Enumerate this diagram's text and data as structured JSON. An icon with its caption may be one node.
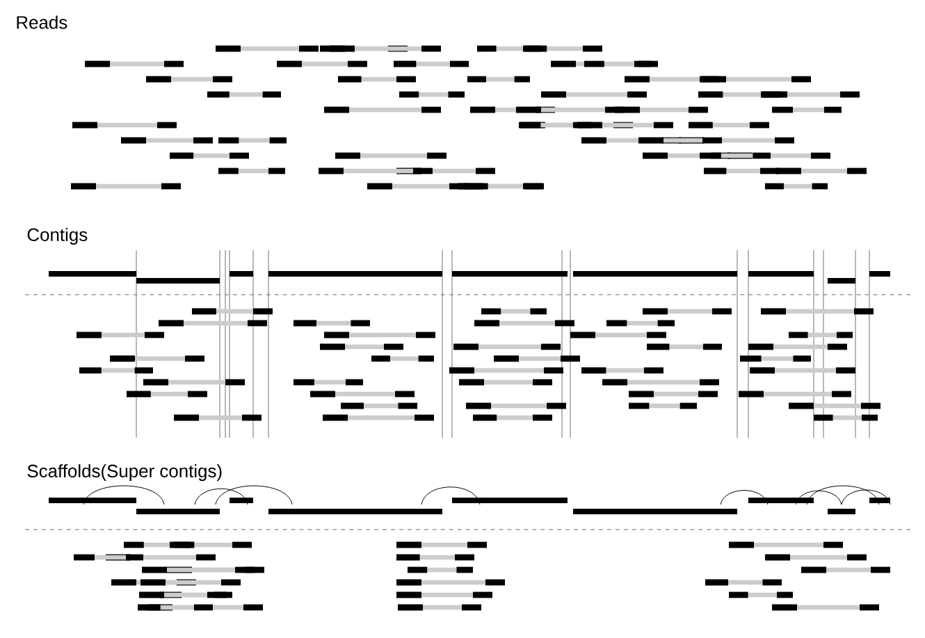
{
  "diagram": {
    "labels": [
      "Reads",
      "Contigs",
      "Scaffolds(Super contigs)"
    ]
  }
}
